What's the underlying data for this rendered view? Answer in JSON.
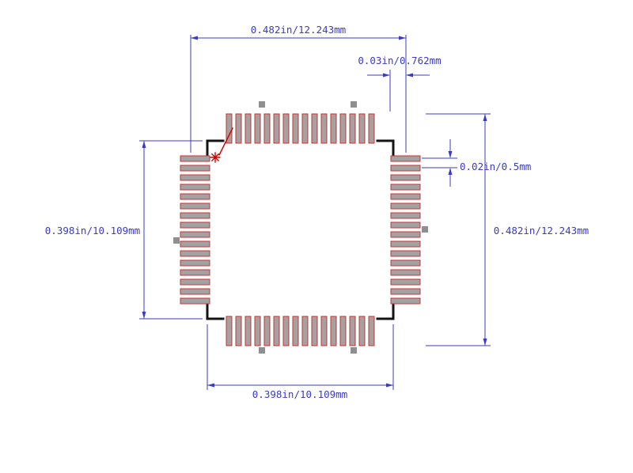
{
  "drawing": {
    "type": "ic-package-land-pattern",
    "package": {
      "pins_per_side": 16,
      "total_pads": 64,
      "sides": [
        "top",
        "right",
        "bottom",
        "left"
      ]
    },
    "colors": {
      "background": "#ffffff",
      "dimension": "#3b3bc8",
      "pad_fill": "#a2a2a2",
      "pad_outline": "#cc3333",
      "body_outline": "#141414",
      "marker": "#8f8f8f",
      "pin1": "#cc0000"
    },
    "dimensions": {
      "overall_width": {
        "label": "0.482in/12.243mm"
      },
      "pad_offset": {
        "label": "0.03in/0.762mm"
      },
      "pad_pitch": {
        "label": "0.02in/0.5mm"
      },
      "overall_height": {
        "label": "0.482in/12.243mm"
      },
      "body_height": {
        "label": "0.398in/10.109mm"
      },
      "body_width": {
        "label": "0.398in/10.109mm"
      }
    }
  }
}
